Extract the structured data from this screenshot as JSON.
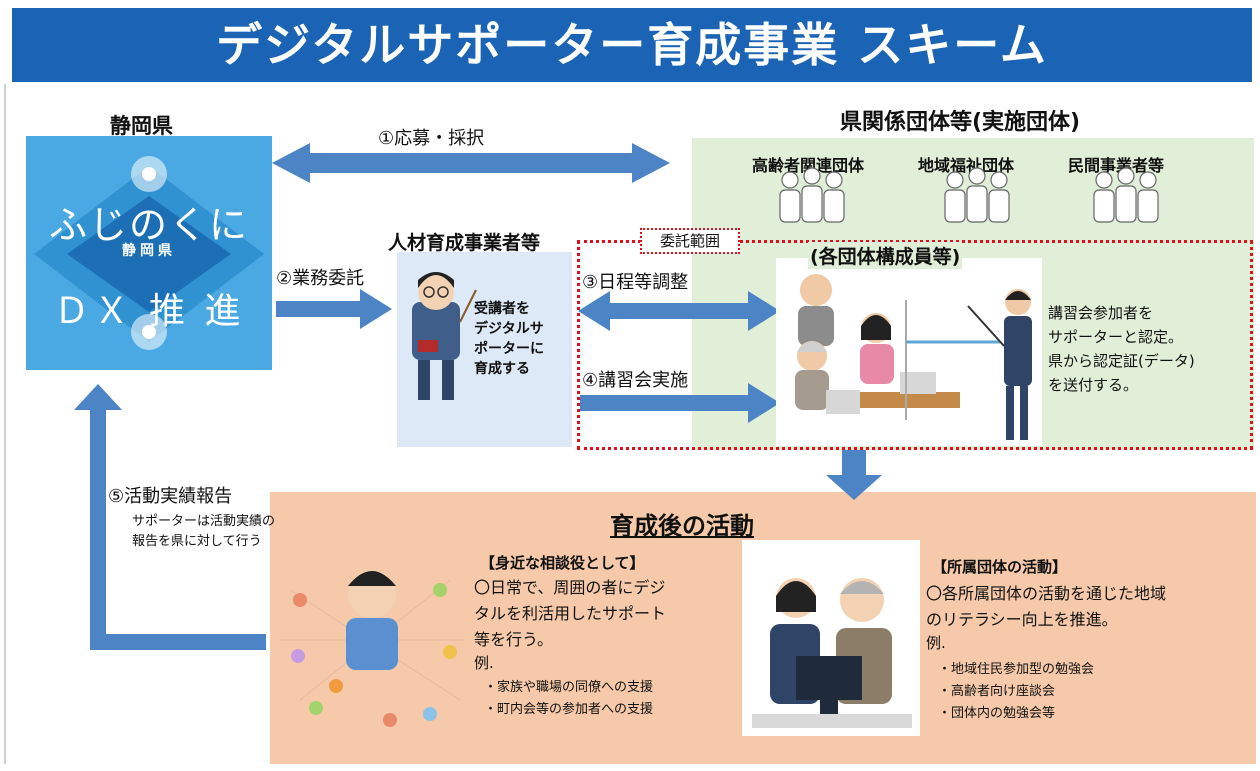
{
  "title": "デジタルサポーター育成事業 スキーム",
  "prefecture": {
    "label": "静岡県",
    "logo": {
      "line1": "ふじのくに",
      "line2": "静岡県",
      "line3": "ＤＸ 推 進"
    }
  },
  "organizations": {
    "header": "県関係団体等(実施団体)",
    "groups": [
      "高齢者関連団体",
      "地域福祉団体",
      "民間事業者等"
    ]
  },
  "trainer": {
    "header": "人材育成事業者等",
    "desc": [
      "受講者を",
      "デジタルサ",
      "ポーターに",
      "育成する"
    ]
  },
  "scope_label": "委託範囲",
  "members_label": "(各団体構成員等)",
  "steps": {
    "s1": "①応募・採択",
    "s2": "②業務委託",
    "s3": "③日程等調整",
    "s4": "④講習会実施",
    "s5": "⑤活動実績報告",
    "s5_note": [
      "サポーターは活動実績の",
      "報告を県に対して行う"
    ]
  },
  "certify_text": [
    "講習会参加者を",
    "サポーターと認定。",
    "県から認定証(データ)",
    "を送付する。"
  ],
  "after": {
    "title": "育成後の活動",
    "left": {
      "heading": "【身近な相談役として】",
      "body": [
        "〇日常で、周囲の者にデジ",
        "タルを利活用したサポート",
        "等を行う。"
      ],
      "example": "例.",
      "items": [
        "・家族や職場の同僚への支援",
        "・町内会等の参加者への支援"
      ]
    },
    "right": {
      "heading": "【所属団体の活動】",
      "body": [
        "〇各所属団体の活動を通じた地域",
        "のリテラシー向上を推進。"
      ],
      "example": "例.",
      "items": [
        "・地域住民参加型の勉強会",
        "・高齢者向け座談会",
        "・団体内の勉強会等"
      ]
    }
  },
  "colors": {
    "title_bg": "#1b63b4",
    "arrow": "#4d84c6",
    "green_panel": "#e1efd9",
    "orange_panel": "#f5c9a9",
    "blue_box": "#dde9f6",
    "scope_border": "#e0101a",
    "logo": "#4aa8e2"
  }
}
